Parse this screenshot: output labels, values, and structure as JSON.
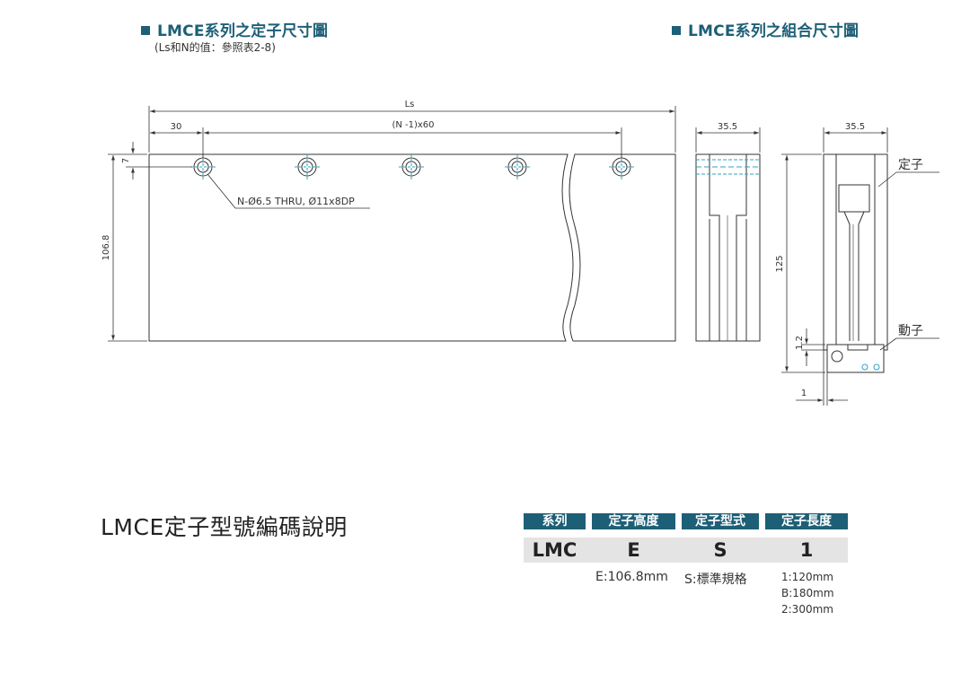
{
  "left_section": {
    "title": "LMCE系列之定子尺寸圖",
    "note": "(Ls和N的值：參照表2-8)"
  },
  "right_section": {
    "title": "LMCE系列之組合尺寸圖"
  },
  "drawing_labels": {
    "ls": "Ls",
    "pitch": "(N -1)x60",
    "offset": "30",
    "hole_offset": "7",
    "height": "106.8",
    "hole_spec": "N-Ø6.5 THRU, Ø11x8DP",
    "width1": "35.5",
    "width2": "35.5",
    "height2": "125",
    "gap_v": "1.2",
    "gap_h": "1",
    "stator": "定子",
    "mover": "動子"
  },
  "coding": {
    "title": "LMCE定子型號編碼說明",
    "headers": [
      "系列",
      "定子高度",
      "定子型式",
      "定子長度"
    ],
    "values": [
      "LMC",
      "E",
      "S",
      "1"
    ],
    "notes": {
      "height": "E:106.8mm",
      "type": "S:標準規格",
      "length": [
        "1:120mm",
        "B:180mm",
        "2:300mm"
      ]
    }
  }
}
